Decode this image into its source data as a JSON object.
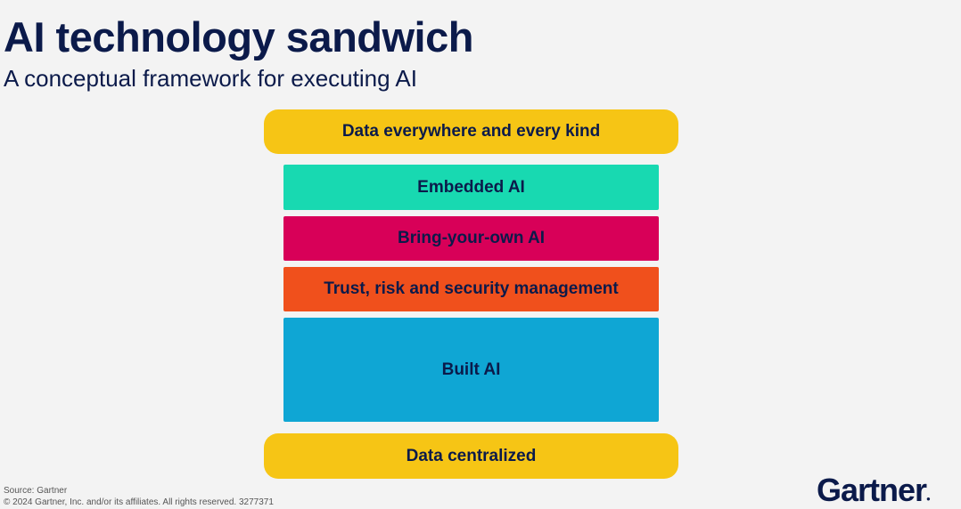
{
  "header": {
    "title": "AI technology sandwich",
    "subtitle": "A conceptual framework for executing AI"
  },
  "layers": [
    {
      "label": "Data everywhere and every kind",
      "color": "#f6c515"
    },
    {
      "label": "Embedded AI",
      "color": "#18d9b1"
    },
    {
      "label": "Bring-your-own AI",
      "color": "#d80058"
    },
    {
      "label": "Trust, risk and security management",
      "color": "#f0501c"
    },
    {
      "label": "Built AI",
      "color": "#0fa6d4"
    },
    {
      "label": "Data centralized",
      "color": "#f6c515"
    }
  ],
  "footer": {
    "source": "Source: Gartner",
    "copyright": "© 2024 Gartner, Inc. and/or its affiliates. All rights reserved. 3277371",
    "logo": "Gartner"
  }
}
